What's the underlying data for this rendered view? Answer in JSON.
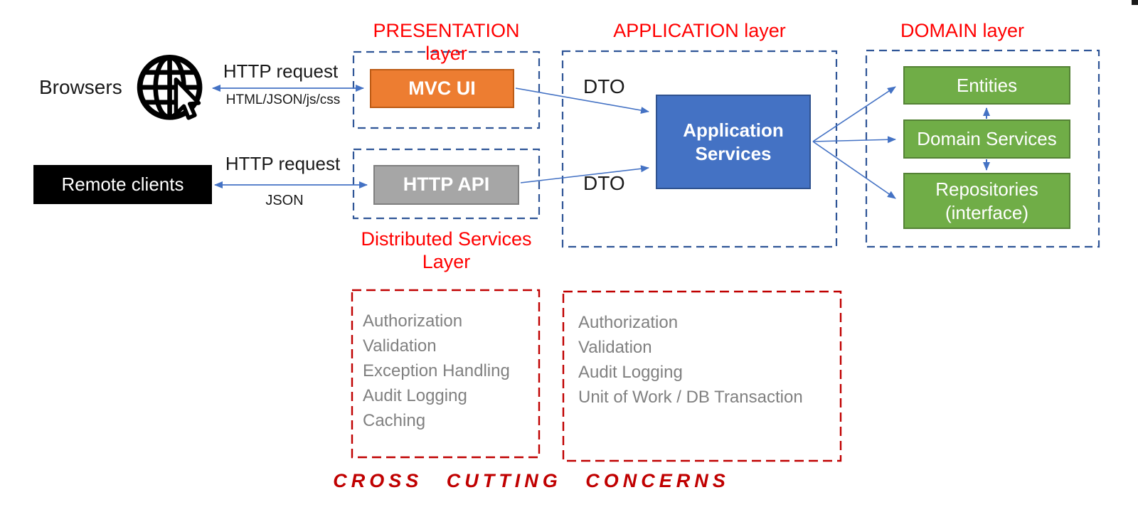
{
  "layers": {
    "presentation": {
      "title": "PRESENTATION layer"
    },
    "distributed": {
      "title": "Distributed Services\nLayer"
    },
    "application": {
      "title": "APPLICATION layer"
    },
    "domain": {
      "title": "DOMAIN layer"
    }
  },
  "nodes": {
    "browsers": "Browsers",
    "remote_clients": "Remote clients",
    "mvc_ui": "MVC UI",
    "http_api": "HTTP API",
    "application_services": "Application\nServices",
    "entities": "Entities",
    "domain_services": "Domain Services",
    "repositories": "Repositories\n(interface)"
  },
  "edge_labels": {
    "browser_request": "HTTP request",
    "browser_response": "HTML/JSON/js/css",
    "client_request": "HTTP request",
    "client_response": "JSON",
    "dto_top": "DTO",
    "dto_bottom": "DTO"
  },
  "cross_cutting": {
    "title": "CROSS CUTTING CONCERNS",
    "distributed_concerns": [
      "Authorization",
      "Validation",
      "Exception Handling",
      "Audit Logging",
      "Caching"
    ],
    "application_concerns": [
      "Authorization",
      "Validation",
      "Audit Logging",
      "Unit of Work / DB Transaction"
    ]
  },
  "icons": {
    "globe_cursor": "globe-with-cursor-icon"
  },
  "colors": {
    "layer_title_red": "#FF0000",
    "cross_cutting_red": "#C00000",
    "layer_dash_blue": "#2F5597",
    "arrow_blue": "#4472C4",
    "mvc_ui_fill": "#ED7D31",
    "mvc_ui_border": "#BC5B15",
    "http_api_fill": "#A6A6A6",
    "http_api_border": "#7F7F7F",
    "app_services_fill": "#4472C4",
    "app_services_border": "#2F528F",
    "domain_box_fill": "#70AD47",
    "domain_box_border": "#548235",
    "concern_text_gray": "#808080",
    "remote_clients_fill": "#000000"
  }
}
